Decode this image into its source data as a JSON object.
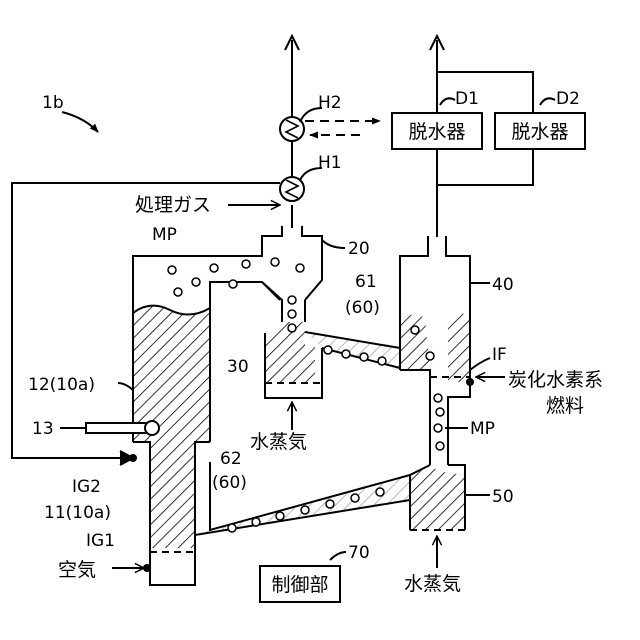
{
  "figure": {
    "label": "1b",
    "parts": {
      "h2": "H2",
      "h1": "H1",
      "d1": "D1",
      "d2": "D2",
      "dehydrator_1": "脱水器",
      "dehydrator_2": "脱水器",
      "treated_gas": "処理ガス",
      "mp_top": "MP",
      "ref_20": "20",
      "ref_61": "61",
      "ref_60a": "(60)",
      "ref_40": "40",
      "ref_30": "30",
      "if_label": "IF",
      "fuel_line1": "炭化水素系",
      "fuel_line2": "燃料",
      "ref_12": "12(10a)",
      "ref_13": "13",
      "mp_right": "MP",
      "steam_1": "水蒸気",
      "ref_62": "62",
      "ref_60b": "(60)",
      "ig2": "IG2",
      "ref_11": "11(10a)",
      "ref_50": "50",
      "ig1": "IG1",
      "air": "空気",
      "ref_70": "70",
      "controller": "制御部",
      "steam_2": "水蒸気"
    }
  }
}
